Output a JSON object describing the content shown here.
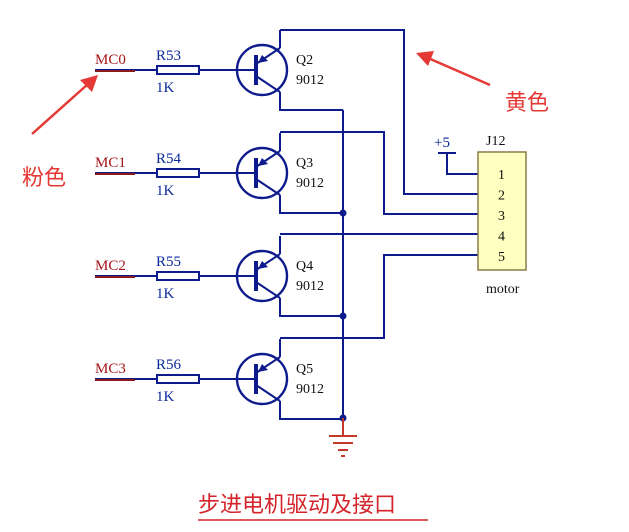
{
  "caption": "步进电机驱动及接口",
  "annotations": {
    "pink": "粉色",
    "yellow": "黄色"
  },
  "connector": {
    "ref": "J12",
    "supply": "+5",
    "name": "motor",
    "pins": [
      "1",
      "2",
      "3",
      "4",
      "5"
    ]
  },
  "channels": [
    {
      "net": "MC0",
      "resistor": "R53",
      "value": "1K",
      "transistor": "Q2",
      "part": "9012"
    },
    {
      "net": "MC1",
      "resistor": "R54",
      "value": "1K",
      "transistor": "Q3",
      "part": "9012"
    },
    {
      "net": "MC2",
      "resistor": "R55",
      "value": "1K",
      "transistor": "Q4",
      "part": "9012"
    },
    {
      "net": "MC3",
      "resistor": "R56",
      "value": "1K",
      "transistor": "Q5",
      "part": "9012"
    }
  ],
  "colors": {
    "wire": "#0d1b8c",
    "net_label": "#a4161a",
    "annotation": "#e53935",
    "connector_fill": "#ffffc0"
  }
}
